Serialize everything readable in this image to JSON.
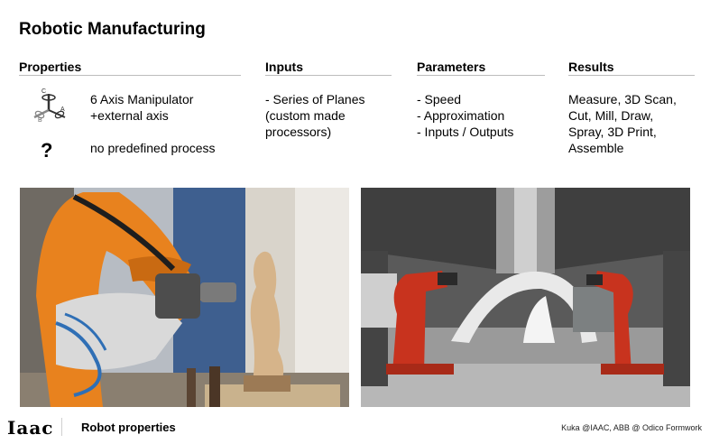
{
  "slide": {
    "title": "Robotic Manufacturing"
  },
  "columns": [
    {
      "heading": "Properties"
    },
    {
      "heading": "Inputs"
    },
    {
      "heading": "Parameters"
    },
    {
      "heading": "Results"
    }
  ],
  "properties": {
    "axis_icon_letters": [
      "C",
      "B",
      "A"
    ],
    "line1": "6 Axis Manipulator",
    "line2": "+external axis",
    "question_mark": "?",
    "line3": "no predefined process"
  },
  "inputs": {
    "lines": [
      "- Series of Planes",
      "(custom made",
      "processors)"
    ]
  },
  "parameters": {
    "lines": [
      "- Speed",
      "- Approximation",
      "- Inputs / Outputs"
    ]
  },
  "results": {
    "lines": [
      "Measure, 3D Scan,",
      "Cut, Mill, Draw,",
      "Spray, 3D Print,",
      "Assemble"
    ]
  },
  "footer": {
    "logo": "Iaac",
    "section_label": "Robot properties",
    "credit": "Kuka @IAAC, ABB @ Odico Formwork"
  },
  "colors": {
    "robot_orange": "#e8821e",
    "robot_red": "#c8331e",
    "rule_gray": "#bdbdbd"
  }
}
